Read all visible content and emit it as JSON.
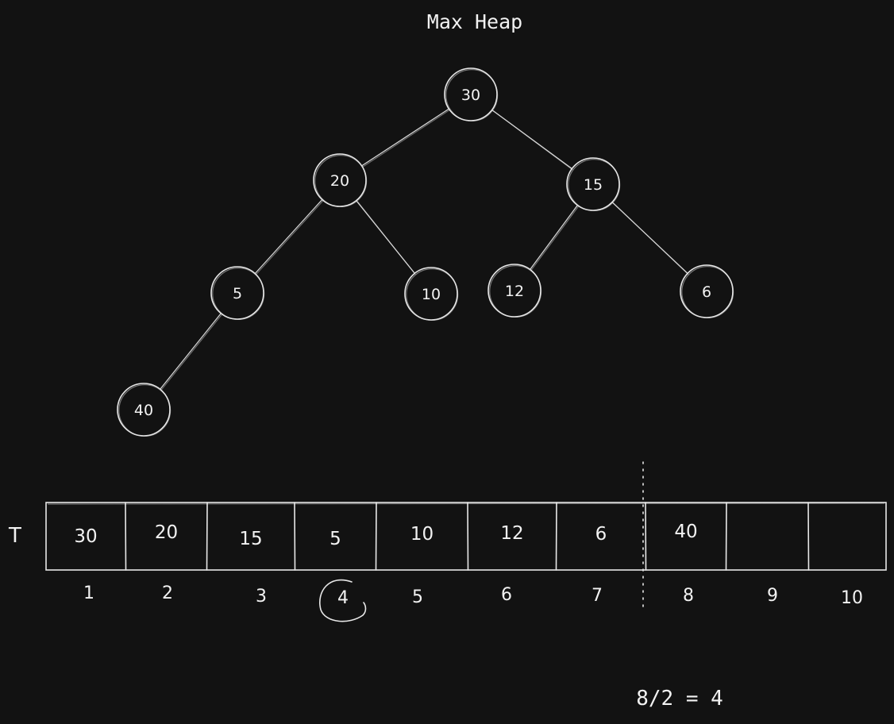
{
  "title": "Max Heap",
  "tree": {
    "nodes": [
      {
        "id": "30",
        "label": "30"
      },
      {
        "id": "20",
        "label": "20"
      },
      {
        "id": "15",
        "label": "15"
      },
      {
        "id": "5",
        "label": "5"
      },
      {
        "id": "10",
        "label": "10"
      },
      {
        "id": "12",
        "label": "12"
      },
      {
        "id": "6",
        "label": "6"
      },
      {
        "id": "40",
        "label": "40"
      }
    ],
    "edges": [
      [
        "30",
        "20"
      ],
      [
        "30",
        "15"
      ],
      [
        "20",
        "5"
      ],
      [
        "20",
        "10"
      ],
      [
        "15",
        "12"
      ],
      [
        "15",
        "6"
      ],
      [
        "5",
        "40"
      ]
    ]
  },
  "array": {
    "label": "T",
    "cells": [
      "30",
      "20",
      "15",
      "5",
      "10",
      "12",
      "6",
      "40",
      "",
      ""
    ],
    "indices": [
      "1",
      "2",
      "3",
      "4",
      "5",
      "6",
      "7",
      "8",
      "9",
      "10"
    ],
    "circled_index": "4",
    "divider_after_index": "7"
  },
  "note": "8/2 = 4"
}
